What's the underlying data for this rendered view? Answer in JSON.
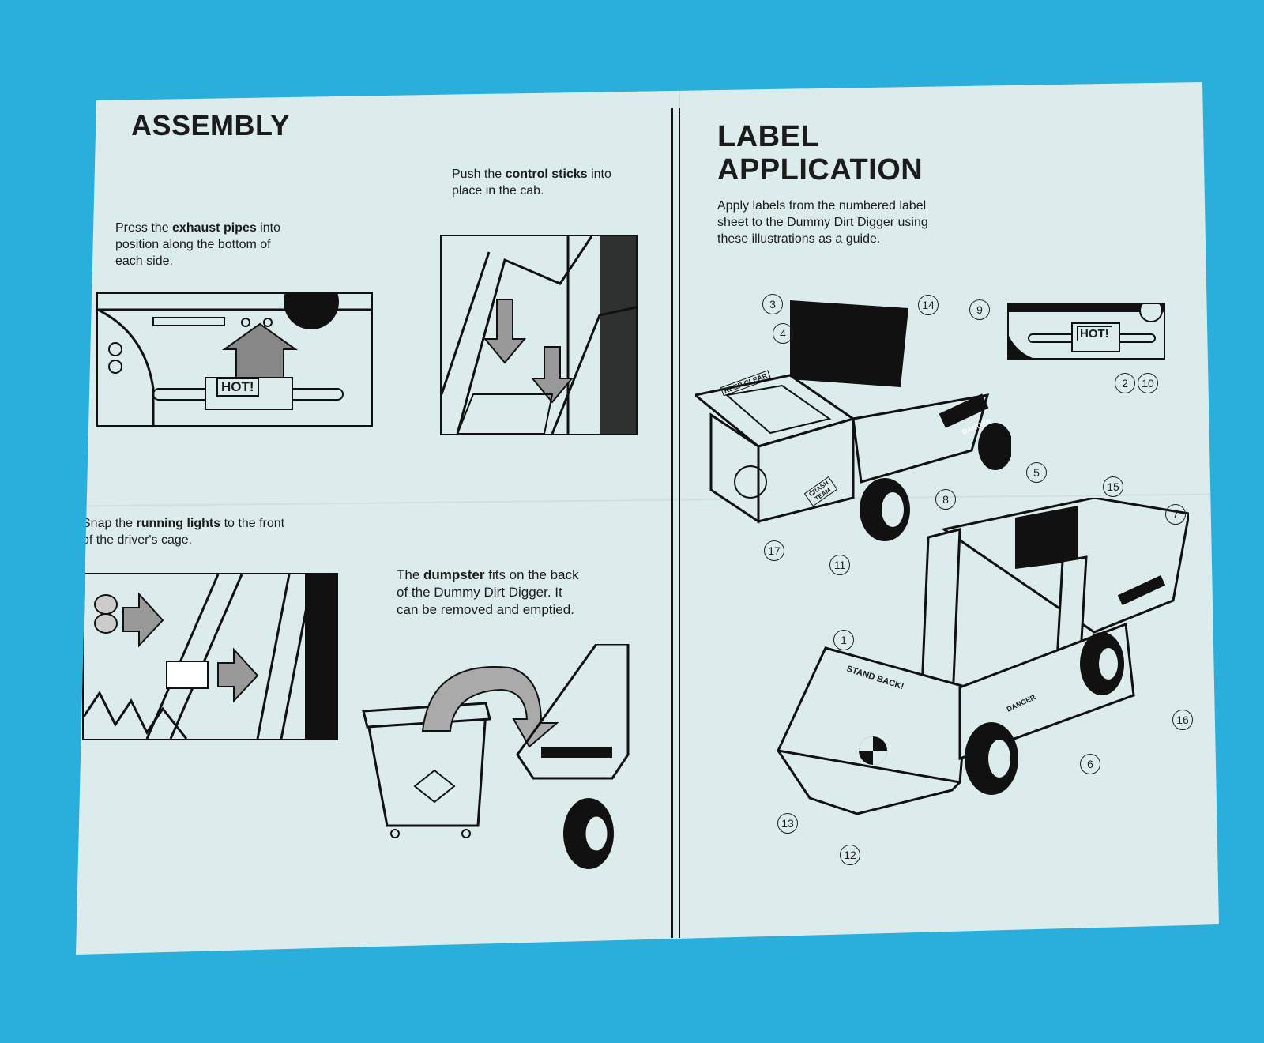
{
  "assembly": {
    "title": "ASSEMBLY",
    "steps": [
      {
        "pre": "Press the ",
        "bold": "exhaust pipes",
        "post": " into position along the bottom of each side."
      },
      {
        "pre": "Push the ",
        "bold": "control sticks",
        "post": " into place in the cab."
      },
      {
        "pre": "Snap the ",
        "bold": "running lights",
        "post": " to the front of the driver's cage."
      },
      {
        "pre": "The ",
        "bold": "dumpster",
        "post": " fits on the back of the Dummy Dirt Digger. It can be removed and emptied."
      }
    ],
    "hot_label": "HOT!"
  },
  "label_application": {
    "title_line1": "LABEL",
    "title_line2": "APPLICATION",
    "intro": "Apply labels from the numbered label sheet to the Dummy Dirt Digger using these illustrations as a guide.",
    "hot_label": "HOT!",
    "vehicle_labels": {
      "keep_clear": "KEEP CLEAR",
      "danger": "DANGER",
      "stand_back": "STAND BACK!",
      "crash_team": "CRASH TEAM"
    },
    "callouts": [
      "1",
      "2",
      "3",
      "4",
      "5",
      "6",
      "7",
      "8",
      "9",
      "10",
      "11",
      "12",
      "13",
      "14",
      "15",
      "16",
      "17"
    ]
  },
  "colors": {
    "background": "#2aaedb",
    "paper": "#dcecec",
    "ink": "#111111"
  }
}
